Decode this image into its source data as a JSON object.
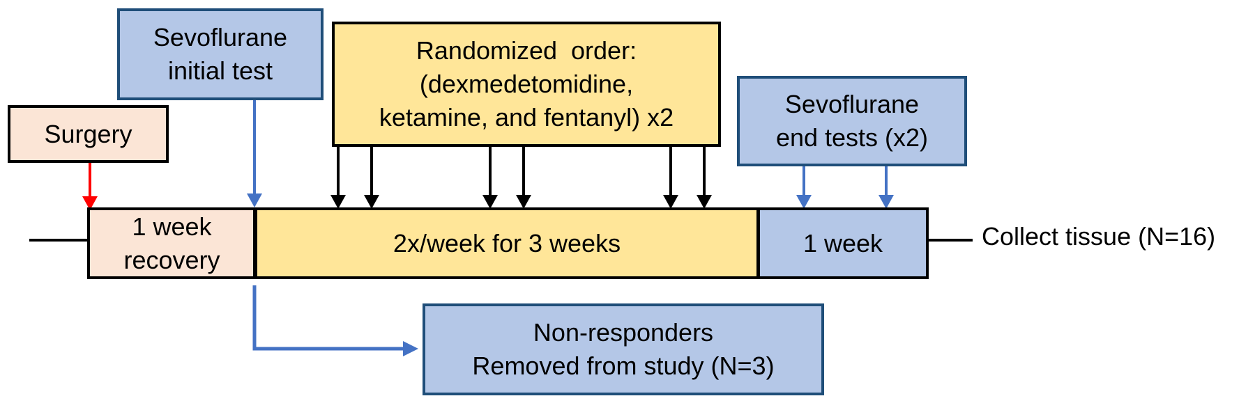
{
  "boxes": {
    "sevo_initial": [
      "Sevoflurane",
      "initial test"
    ],
    "randomized": [
      "Randomized  order:",
      "(dexmedetomidine,",
      "ketamine, and fentanyl) x2"
    ],
    "surgery": [
      "Surgery"
    ],
    "sevo_end": [
      "Sevoflurane",
      "end tests (x2)"
    ],
    "non_responders": [
      "Non-responders",
      "Removed from study (N=3)"
    ]
  },
  "timeline": {
    "recovery": [
      "1 week",
      "recovery"
    ],
    "treatment": [
      "2x/week for 3 weeks"
    ],
    "final_week": [
      "1 week"
    ],
    "end_label": "Collect tissue (N=16)"
  },
  "colors": {
    "blue_box": "#b4c7e7",
    "peach_box": "#fbe5d6",
    "yellow_box": "#ffe699",
    "blue_arrow": "#4472c4",
    "red_arrow": "#ff0000",
    "black_arrow": "#000000"
  }
}
